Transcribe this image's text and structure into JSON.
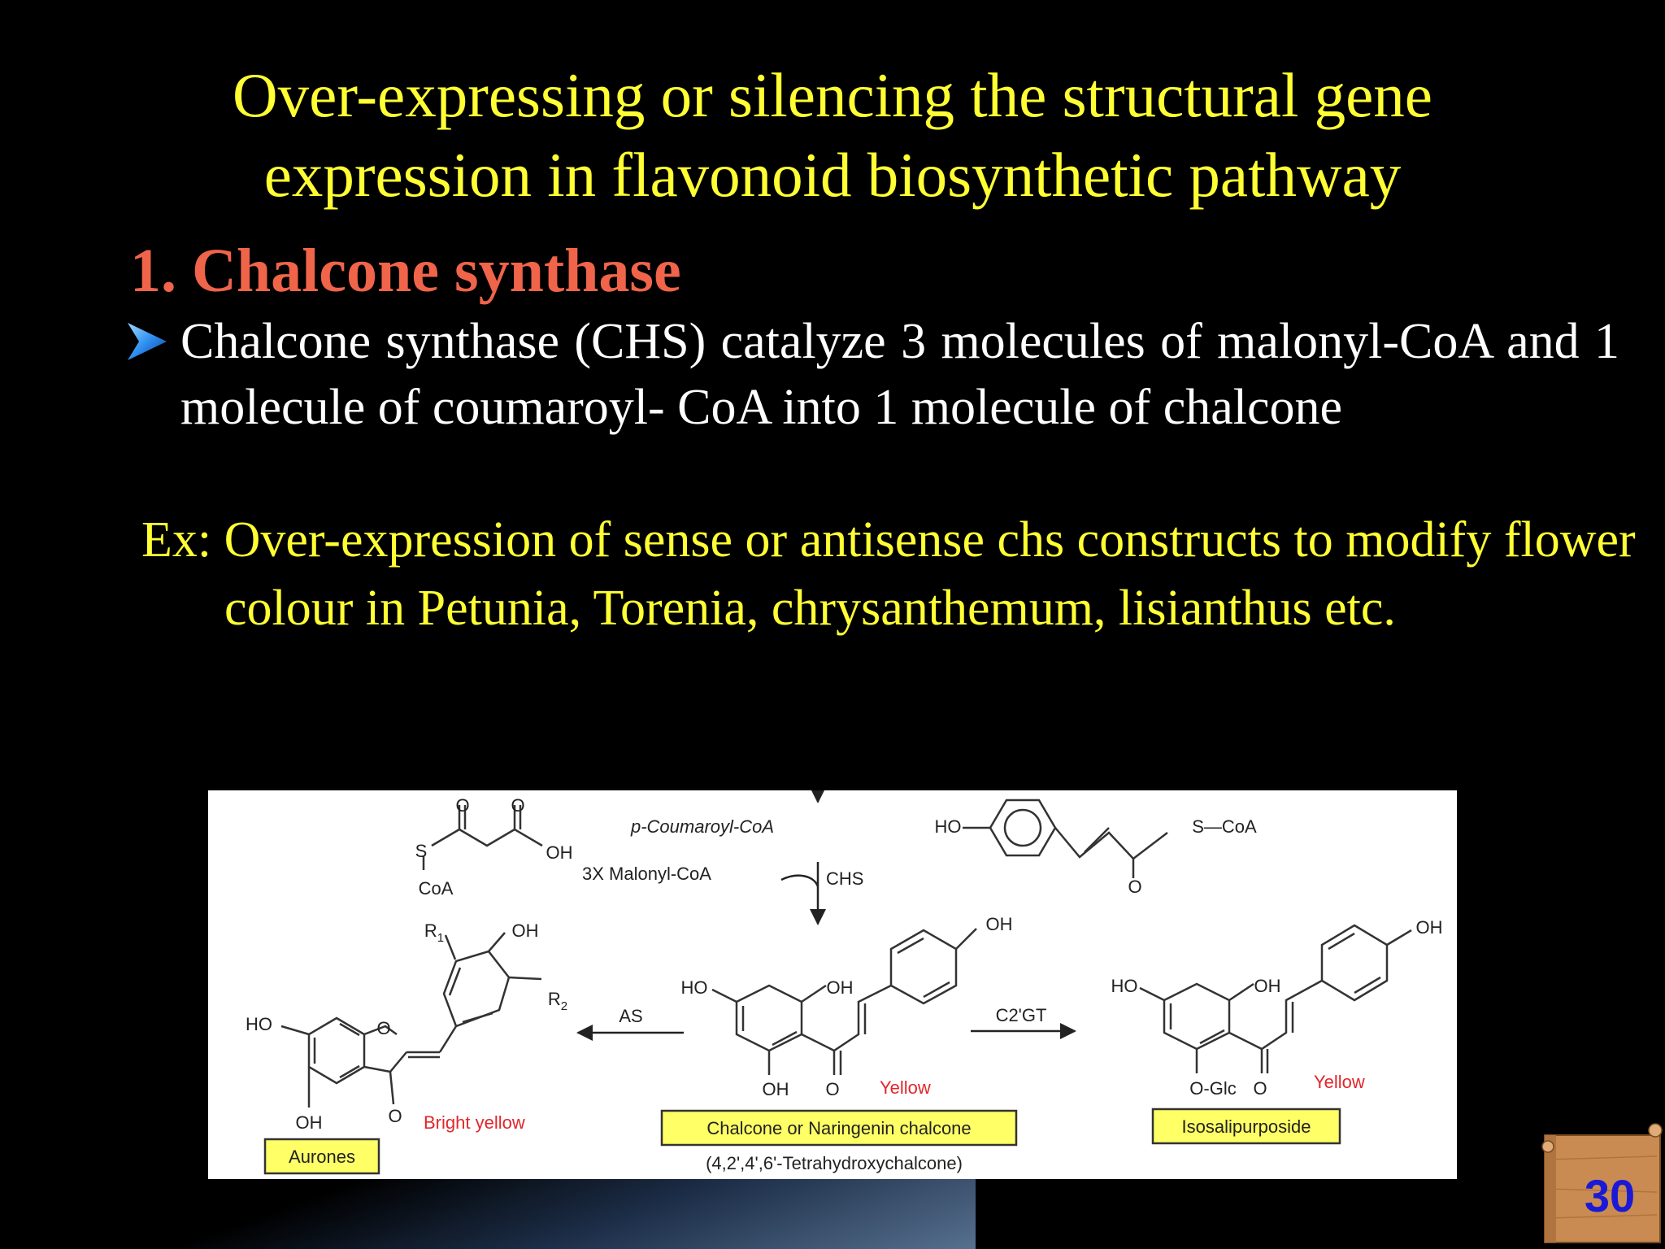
{
  "slide": {
    "title_line1": "Over-expressing or silencing the structural gene",
    "title_line2": "expression in flavonoid biosynthetic pathway",
    "heading": "1. Chalcone synthase",
    "bullet_icon": "chevron-right-icon",
    "bullet_text": "Chalcone synthase (CHS) catalyze 3 molecules of malonyl-CoA and 1 molecule of coumaroyl- CoA into 1 molecule of chalcone",
    "example_text": "Ex: Over-expression of sense or antisense chs constructs to modify flower colour in Petunia, Torenia, chrysanthemum, lisianthus  etc.",
    "page_number": "30",
    "colors": {
      "background": "#000000",
      "title": "#ffff33",
      "heading": "#f0644a",
      "body": "#ffffff",
      "figure_label_box": "#ffff66",
      "figure_color_word": "#e2262b",
      "page_number": "#1a1ad6"
    }
  },
  "figure": {
    "malonyl_o1": "O",
    "malonyl_o2": "O",
    "malonyl_s": "S",
    "malonyl_oh": "OH",
    "malonyl_coa": "CoA",
    "coumaroyl_label": "p-Coumaroyl-CoA",
    "coumaroyl_ho": "HO",
    "coumaroyl_sc": "S—CoA",
    "coumaroyl_o": "O",
    "malonyl_label": "3X Malonyl-CoA",
    "chs_label": "CHS",
    "aurone_r1": "R",
    "aurone_r1_sub": "1",
    "aurone_oh_top": "OH",
    "aurone_r2": "R",
    "aurone_r2_sub": "2",
    "aurone_ho": "HO",
    "aurone_ring_o": "O",
    "aurone_oh_bottom": "OH",
    "aurone_keto": "O",
    "aurone_color": "Bright yellow",
    "aurone_name": "Aurones",
    "as_label": "AS",
    "chalcone_ho": "HO",
    "chalcone_oh_mid": "OH",
    "chalcone_oh_top": "OH",
    "chalcone_oh_bottom": "OH",
    "chalcone_keto": "O",
    "chalcone_color": "Yellow",
    "chalcone_name": "Chalcone or Naringenin chalcone",
    "chalcone_iupac": "(4,2',4',6'-Tetrahydroxychalcone)",
    "c2gt_label": "C2'GT",
    "iso_ho": "HO",
    "iso_oh_mid": "OH",
    "iso_oh_top": "OH",
    "iso_oglc": "O-Glc",
    "iso_keto": "O",
    "iso_color": "Yellow",
    "iso_name": "Isosalipurposide"
  }
}
